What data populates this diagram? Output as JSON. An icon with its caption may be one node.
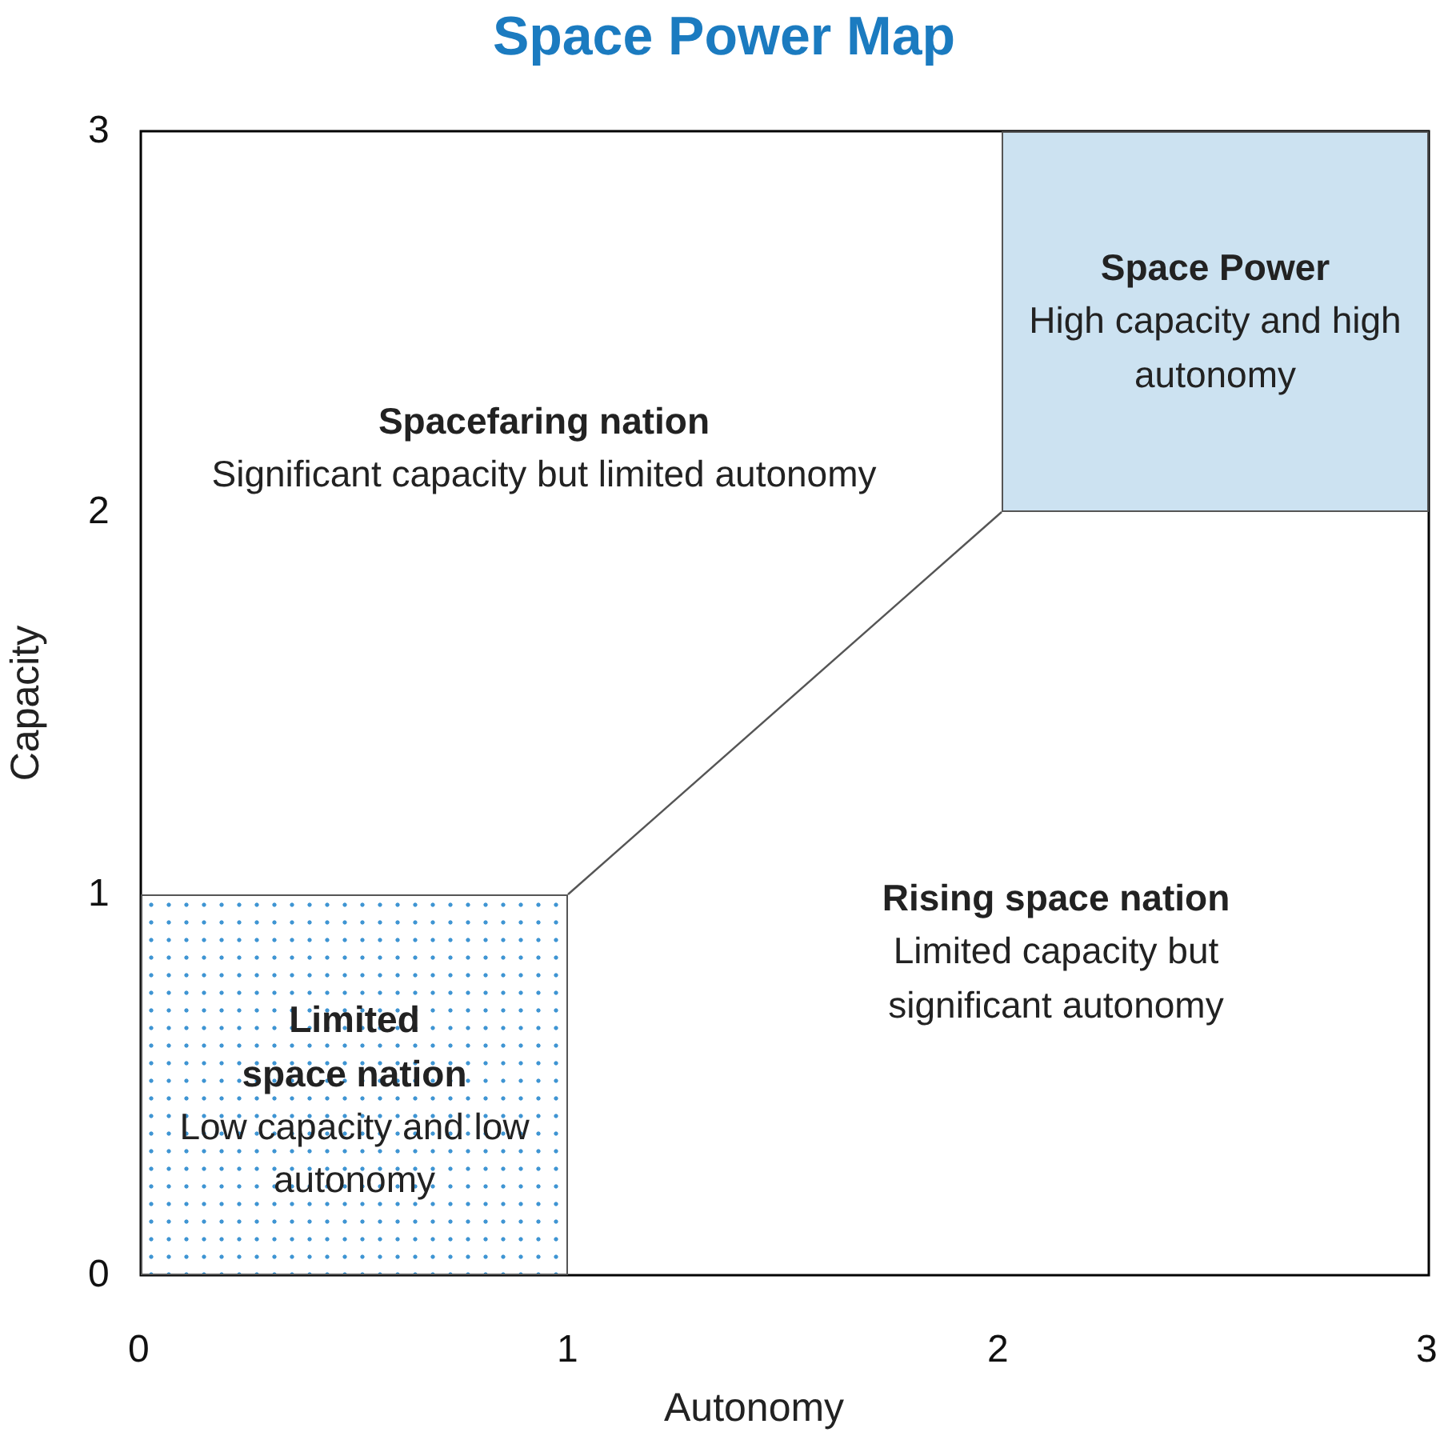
{
  "diagram": {
    "title": "Space Power Map",
    "nodes": [
      {
        "text": [
          "Spacefaring nation",
          "Significant capacity but limited autonomy"
        ]
      },
      {
        "text": [
          "Space Power",
          "High capacity and high autonomy"
        ]
      },
      {
        "text": [
          "Limited space nation",
          "Low capacity and low autonomy"
        ]
      },
      {
        "text": [
          "Rising space nation",
          "Limited capacity but significant autonomy"
        ]
      }
    ],
    "labels": [
      "3",
      "2",
      "1",
      "0",
      "0",
      "1",
      "2",
      "3",
      "Autonomy",
      "Capacity"
    ]
  }
}
